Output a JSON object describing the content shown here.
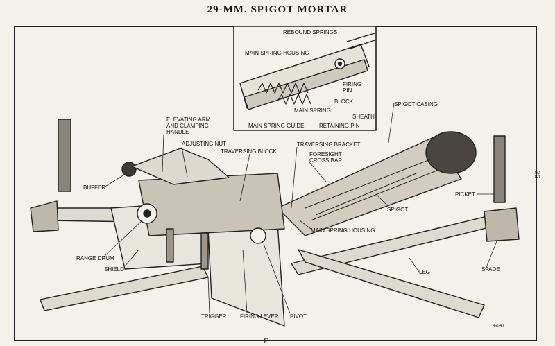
{
  "title": "29-MM. SPIGOT MORTAR",
  "page_number": "36",
  "figure_ref": "6/0/81",
  "bottom_mark": "F",
  "inset_labels": {
    "rebound_springs": "REBOUND SPRINGS",
    "main_spring_housing": "MAIN SPRING HOUSING",
    "firing_pin": "FIRING PIN",
    "block": "BLOCK",
    "main_spring": "MAIN SPRING",
    "sheath": "SHEATH",
    "main_spring_guide": "MAIN SPRING GUIDE",
    "retaining_pin": "RETAINING PIN"
  },
  "labels": {
    "spigot_casing": "SPIGOT CASING",
    "elevating_arm": "ELEVATING ARM AND CLAMPING HANDLE",
    "adjusting_nut": "ADJUSTING NUT",
    "traversing_block": "TRAVERSING BLOCK",
    "traversing_bracket": "TRAVERSING BRACKET",
    "foresight_cross_bar": "FORESIGHT CROSS BAR",
    "buffer": "BUFFER",
    "picket": "PICKET",
    "spigot": "SPIGOT",
    "main_spring_housing": "MAIN SPRING HOUSING",
    "range_drum": "RANGE DRUM",
    "shield": "SHIELD",
    "leg": "LEG",
    "spade": "SPADE",
    "trigger": "TRIGGER",
    "firing_lever": "FIRING LEVER",
    "pivot": "PIVOT"
  }
}
